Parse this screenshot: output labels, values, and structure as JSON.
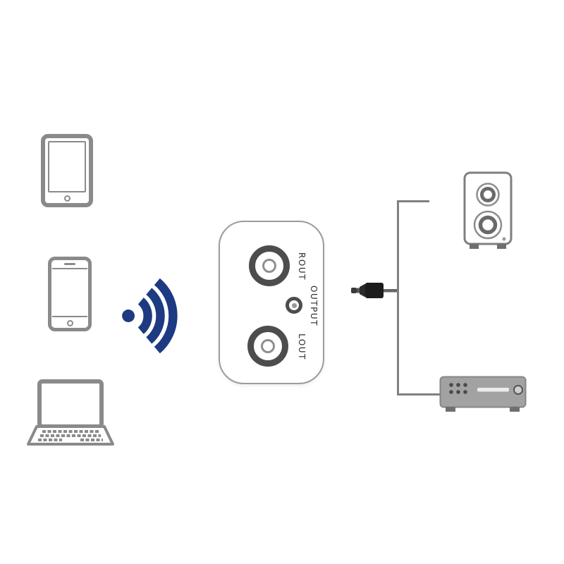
{
  "diagram": {
    "receiver": {
      "labels": {
        "rout": "ROUT",
        "output": "OUTPUT",
        "lout": "LOUT"
      }
    },
    "icons": [
      "tablet-icon",
      "smartphone-icon",
      "laptop-icon",
      "wireless-signal-icon",
      "audio-jack-plug-icon",
      "speaker-icon",
      "amplifier-icon"
    ],
    "colors": {
      "device_outline": "#8a8a8a",
      "signal_blue": "#1d3a82",
      "jack_ring_dark": "#4d4d4d",
      "connection_line": "#808080",
      "amplifier_body": "#a2a2a2"
    }
  }
}
